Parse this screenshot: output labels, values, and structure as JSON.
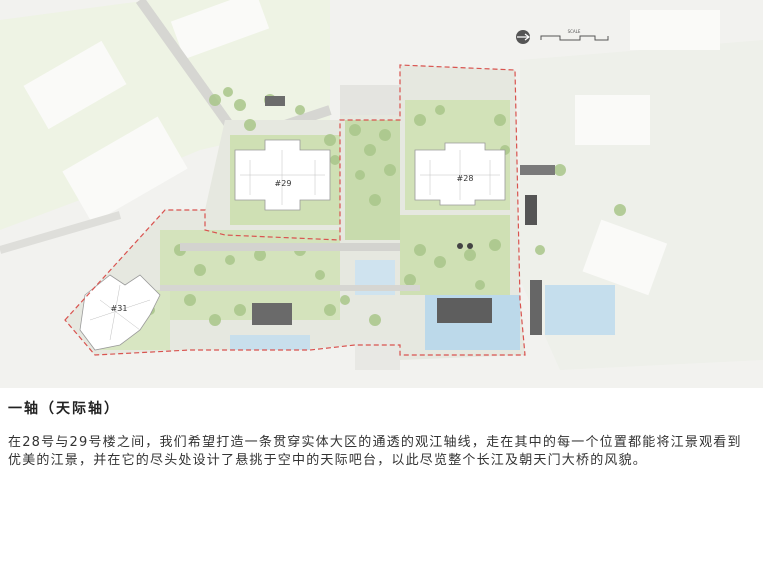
{
  "buildings": [
    {
      "id": "b29",
      "label": "#29"
    },
    {
      "id": "b28",
      "label": "#28"
    },
    {
      "id": "b31",
      "label": "#31"
    }
  ],
  "scale_bar": {
    "label": "SCALE"
  },
  "caption": {
    "heading": "一轴（天际轴）",
    "body": "在28号与29号楼之间，我们希望打造一条贯穿实体大区的通透的观江轴线，走在其中的每一个位置都能将江景观看到优美的江景，并在它的尽头处设计了悬挑于空中的天际吧台，以此尽览整个长江及朝天门大桥的风貌。"
  },
  "colors": {
    "boundary": "#d9534f",
    "greenery": "#b9cf9a",
    "water": "#b9d8ea",
    "paving": "#dcdcd8",
    "built": "#ffffff"
  }
}
